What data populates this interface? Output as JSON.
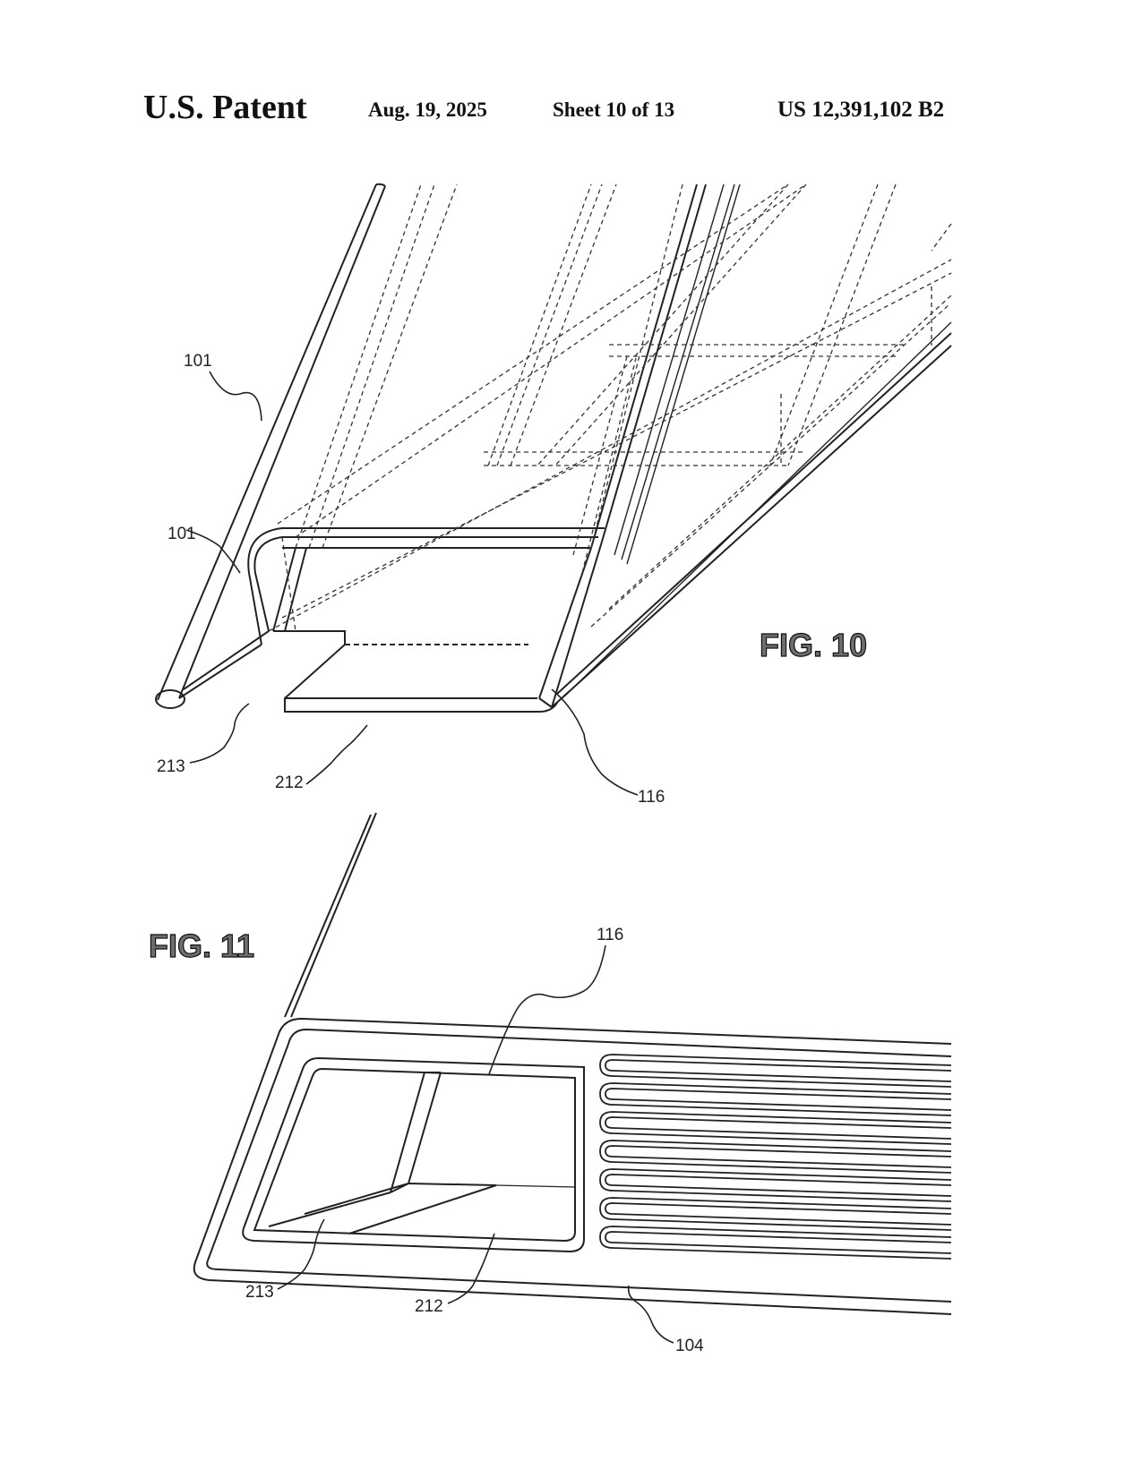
{
  "header": {
    "patent_label": "U.S. Patent",
    "date": "Aug. 19, 2025",
    "sheet": "Sheet 10 of 13",
    "patent_number": "US 12,391,102 B2"
  },
  "fig10": {
    "label": "FIG. 10",
    "refs": {
      "r101_upper": "101",
      "r101_lower": "101",
      "r213": "213",
      "r212": "212",
      "r116": "116"
    }
  },
  "fig11": {
    "label": "FIG. 11",
    "refs": {
      "r116": "116",
      "r213": "213",
      "r212": "212",
      "r104": "104"
    }
  }
}
